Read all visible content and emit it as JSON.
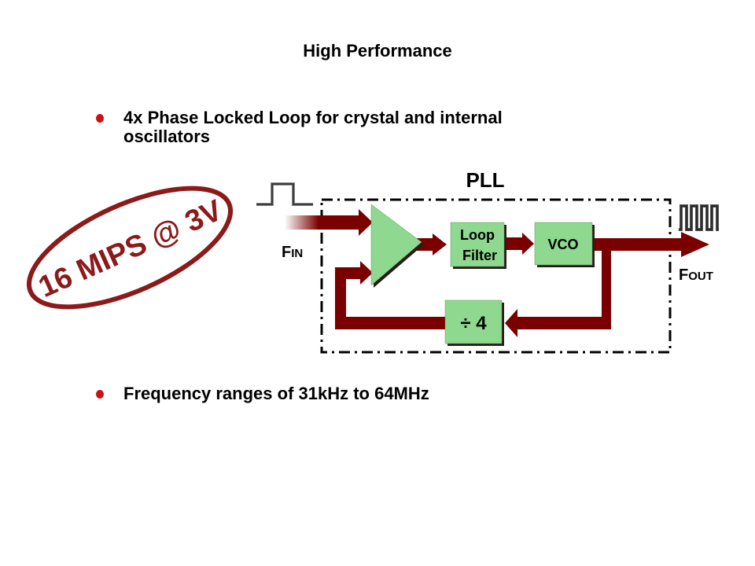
{
  "slide": {
    "title": "High Performance",
    "bullets": [
      {
        "line1": "4x Phase Locked Loop for crystal and internal",
        "line2": "oscillators"
      },
      {
        "line1": "Frequency ranges of 31kHz to 64MHz"
      }
    ]
  },
  "diagram": {
    "title": "PLL",
    "fin_label": {
      "big": "F",
      "small": "IN"
    },
    "fout_label": {
      "big": "F",
      "small": "OUT"
    },
    "blocks": {
      "loop_filter": {
        "line1": "Loop",
        "line2": "Filter"
      },
      "vco": "VCO",
      "divider": "÷ 4"
    },
    "stamp": "16 MIPS @ 3V",
    "colors": {
      "arrow": "#7a0000",
      "block_fill": "#8fd88f",
      "bullet": "#cc1111",
      "stamp": "#8b1a1a"
    }
  }
}
